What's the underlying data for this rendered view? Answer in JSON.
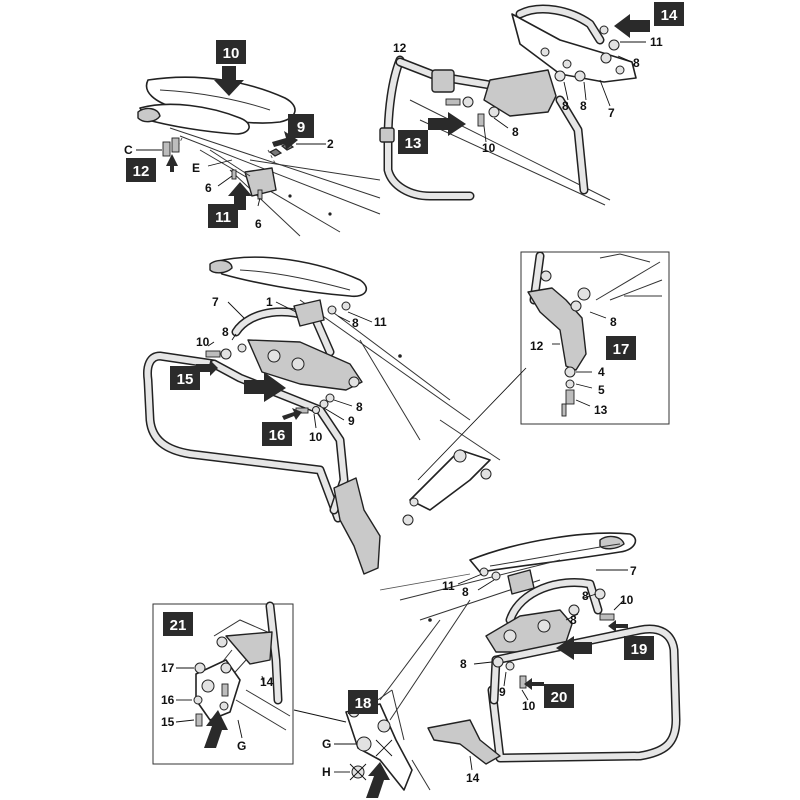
{
  "steps": [
    "10",
    "9",
    "12",
    "11",
    "14",
    "13",
    "15",
    "16",
    "17",
    "21",
    "18",
    "19",
    "20"
  ],
  "parts": {
    "p1": "1",
    "p2": "2",
    "p4": "4",
    "p5": "5",
    "p6": "6",
    "p7": "7",
    "p8": "8",
    "p9": "9",
    "p10": "10",
    "p11": "11",
    "p12": "12",
    "p13": "13",
    "p14": "14",
    "p15": "15",
    "p16": "16",
    "p17": "17",
    "C": "C",
    "E": "E",
    "G": "G",
    "H": "H"
  },
  "colors": {
    "badge": "#2b2b2b",
    "badge_text": "#ffffff",
    "line": "#222222",
    "part_fill": "#c9c9c9"
  }
}
